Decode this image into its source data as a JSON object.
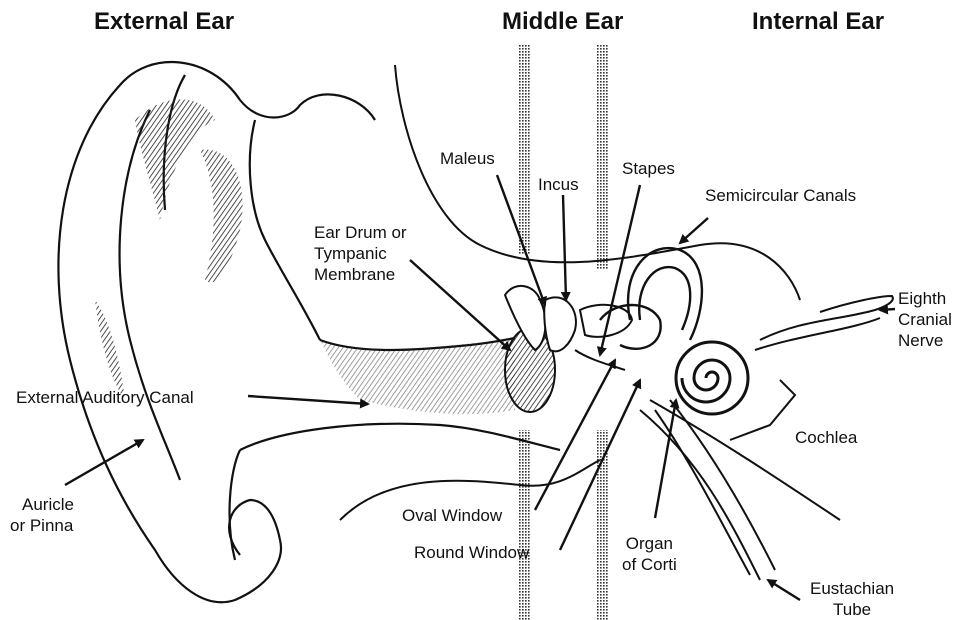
{
  "headers": {
    "external": "External Ear",
    "middle": "Middle Ear",
    "internal": "Internal Ear"
  },
  "labels": {
    "maleus": "Maleus",
    "incus": "Incus",
    "stapes": "Stapes",
    "semicircular_canals": "Semicircular Canals",
    "ear_drum": [
      "Ear Drum or",
      "Tympanic",
      "Membrane"
    ],
    "eighth_nerve": [
      "Eighth",
      "Cranial",
      "Nerve"
    ],
    "external_auditory_canal": "External Auditory Canal",
    "cochlea": "Cochlea",
    "auricle": [
      "Auricle",
      "or Pinna"
    ],
    "oval_window": "Oval Window",
    "round_window": "Round Window",
    "organ_of_corti": [
      "Organ",
      "of Corti"
    ],
    "eustachian_tube": [
      "Eustachian",
      "Tube"
    ]
  },
  "colors": {
    "ink": "#111111",
    "background": "#ffffff"
  }
}
